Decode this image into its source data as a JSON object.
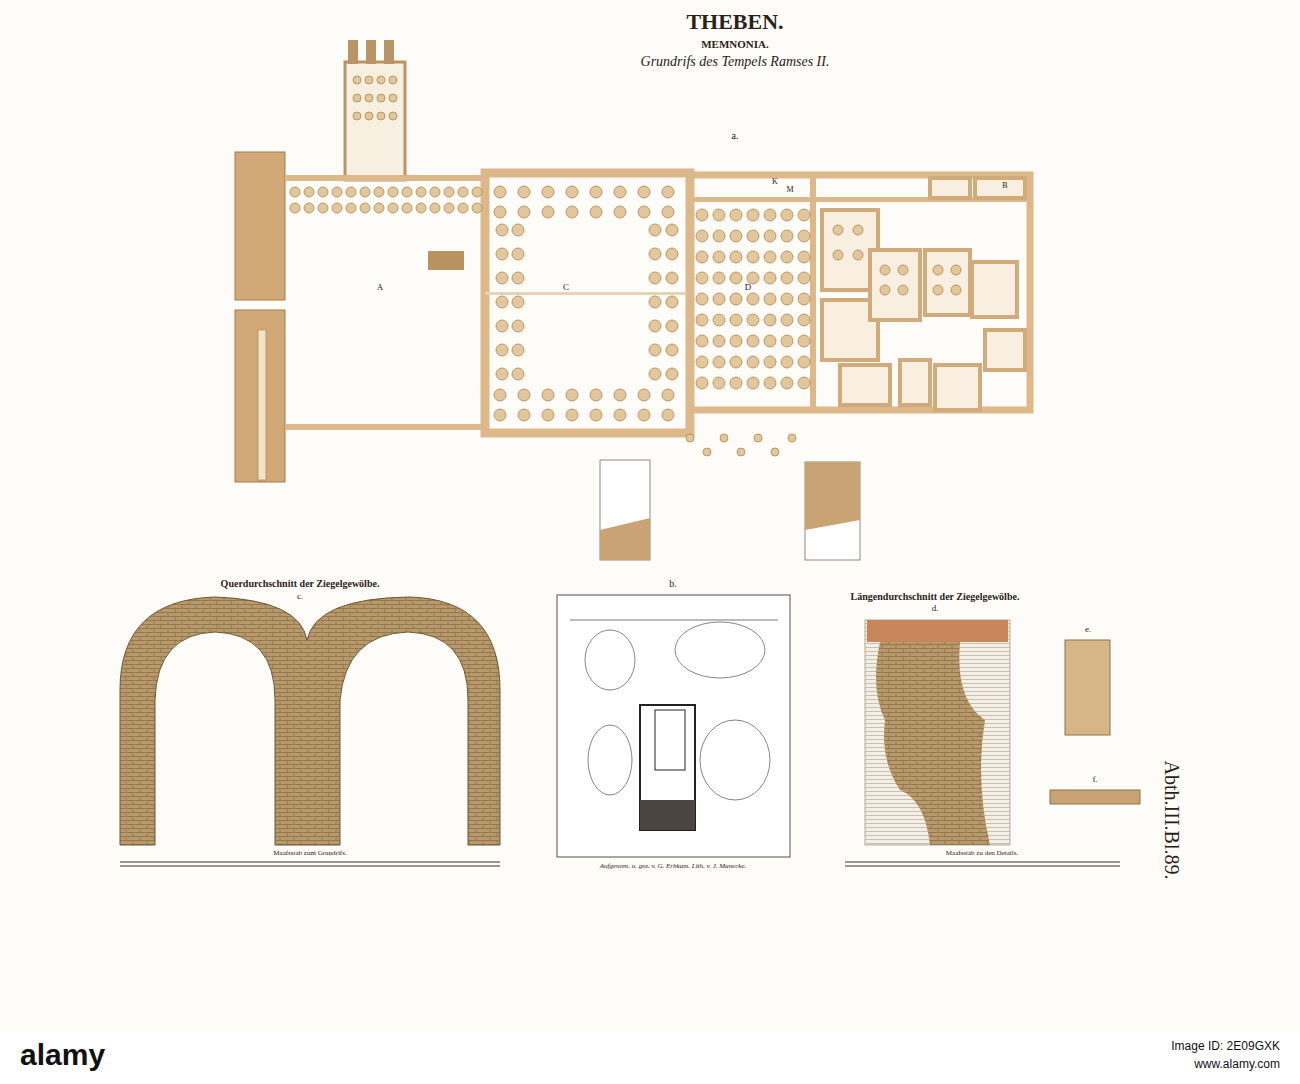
{
  "diagram": {
    "title": "THEBEN.",
    "labels": [
      "MEMNONIA.",
      "Grundrifs des Tempels Ramses II.",
      "a.",
      "A",
      "C",
      "D",
      "B",
      "K",
      "M",
      "Querdurchschnitt der Ziegelgewölbe.",
      "c.",
      "b.",
      "Längendurchschnitt der Ziegelgewölbe.",
      "d.",
      "e.",
      "f.",
      "Maafsstab zum Grundrifs.",
      "Maafsstab zu den Details.",
      "Aufgenom. u. gez. v. G. Erbkam. Lith. v. J. Manecke.",
      "Abth.III.Bl.89.",
      "alamy",
      "Image ID: 2E09GXK",
      "www.alamy.com"
    ]
  }
}
